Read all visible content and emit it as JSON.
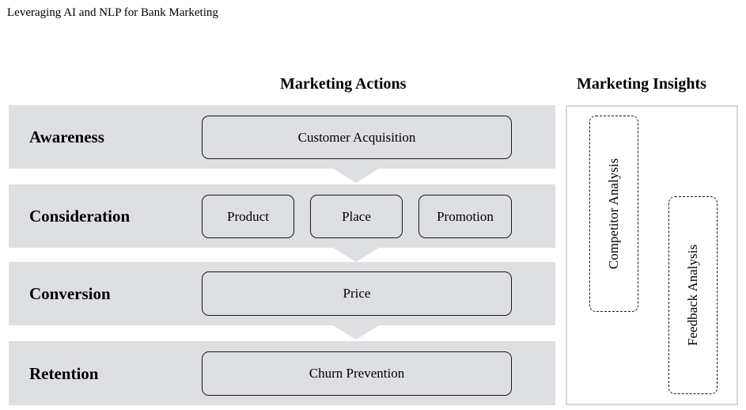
{
  "header": {
    "title": "Leveraging AI and NLP for Bank Marketing"
  },
  "columns": {
    "actions_title": "Marketing Actions",
    "insights_title": "Marketing Insights"
  },
  "stages": [
    {
      "label": "Awareness",
      "actions": [
        "Customer Acquisition"
      ]
    },
    {
      "label": "Consideration",
      "actions": [
        "Product",
        "Place",
        "Promotion"
      ]
    },
    {
      "label": "Conversion",
      "actions": [
        "Price"
      ]
    },
    {
      "label": "Retention",
      "actions": [
        "Churn Prevention"
      ]
    }
  ],
  "insights": [
    "Competitor Analysis",
    "Feedback Analysis"
  ],
  "colors": {
    "band": "#dddfe2",
    "panel_border": "#d5d7da",
    "box_border": "#1a1a1a"
  }
}
